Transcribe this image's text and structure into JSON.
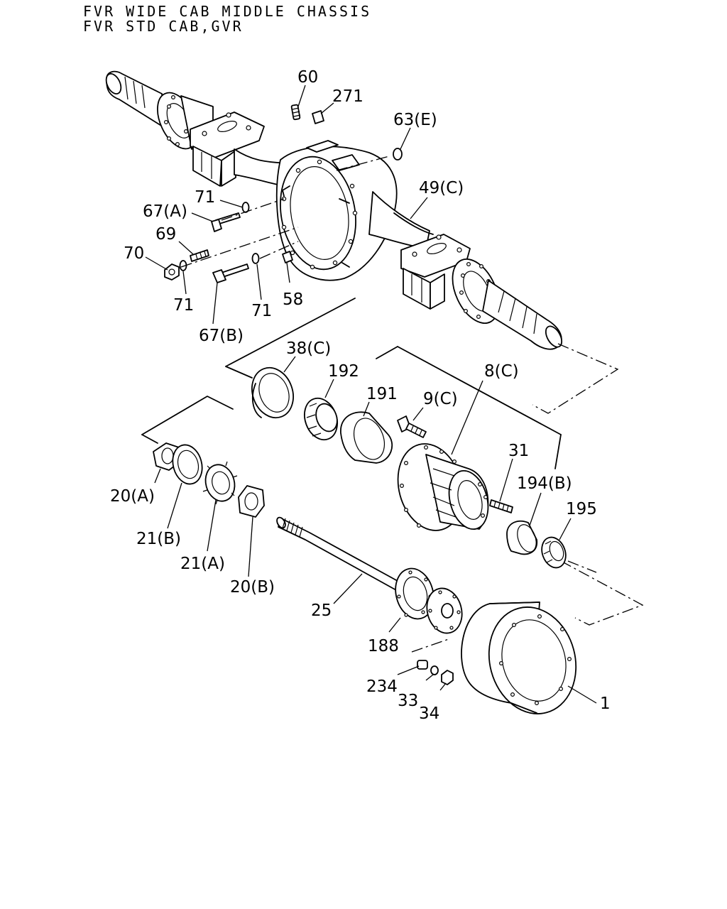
{
  "header": {
    "line1": "FVR WIDE CAB MIDDLE CHASSIS",
    "line2": "FVR STD CAB,GVR"
  },
  "callouts": {
    "p60": "60",
    "p271": "271",
    "p63e": "63(E)",
    "p49c": "49(C)",
    "p71a": "71",
    "p67a": "67(A)",
    "p69": "69",
    "p70": "70",
    "p71b": "71",
    "p71c": "71",
    "p58": "58",
    "p67b": "67(B)",
    "p38c": "38(C)",
    "p192": "192",
    "p191": "191",
    "p8c": "8(C)",
    "p9c": "9(C)",
    "p31": "31",
    "p194b": "194(B)",
    "p195": "195",
    "p20a": "20(A)",
    "p21b": "21(B)",
    "p21a": "21(A)",
    "p20b": "20(B)",
    "p25": "25",
    "p188": "188",
    "p234": "234",
    "p33": "33",
    "p34": "34",
    "p1": "1"
  }
}
